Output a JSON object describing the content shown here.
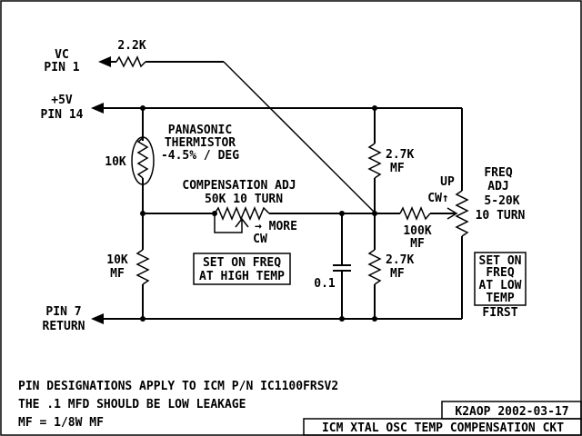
{
  "labels": {
    "vc_line1": "VC",
    "vc_line2": "PIN 1",
    "r_vc": "2.2K",
    "v5_line1": "+5V",
    "v5_line2": "PIN 14",
    "therm_line1": "PANASONIC",
    "therm_line2": "THERMISTOR",
    "therm_line3": "-4.5% / DEG",
    "therm_value": "10K",
    "comp_line1": "COMPENSATION ADJ",
    "comp_line2": "50K 10 TURN",
    "more": "→ MORE",
    "cw_comp": "CW",
    "r_top_line1": "2.7K",
    "r_top_line2": "MF",
    "up": "UP",
    "cw_up": "CW↑",
    "freq_line1": "FREQ",
    "freq_line2": "ADJ",
    "freq_line3": "5-20K",
    "freq_line4": "10 TURN",
    "r100_line1": "100K",
    "r100_line2": "MF",
    "r10k_line1": "10K",
    "r10k_line2": "MF",
    "cap_value": "0.1",
    "r_bot_line1": "2.7K",
    "r_bot_line2": "MF",
    "high_line1": "SET ON FREQ",
    "high_line2": "AT HIGH TEMP",
    "low_line1": "SET ON",
    "low_line2": "FREQ",
    "low_line3": "AT LOW",
    "low_line4": "TEMP",
    "first": "FIRST",
    "pin7_line1": "PIN 7",
    "pin7_line2": "RETURN"
  },
  "notes": [
    "PIN DESIGNATIONS APPLY TO ICM P/N IC1100FRSV2",
    "THE .1 MFD SHOULD BE LOW LEAKAGE",
    "MF = 1/8W MF"
  ],
  "title_block": {
    "author_date": "K2AOP  2002-03-17",
    "title": "ICM XTAL OSC TEMP COMPENSATION CKT"
  }
}
